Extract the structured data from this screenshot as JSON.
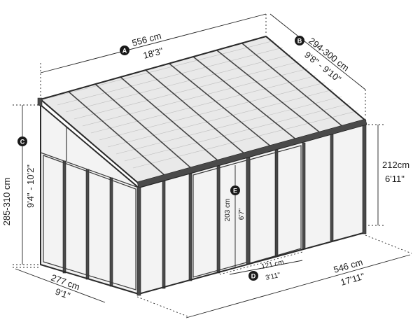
{
  "dimensions": {
    "A": {
      "badge": "A",
      "metric": "556 cm",
      "imperial": "18'3\""
    },
    "B": {
      "badge": "B",
      "metric": "294-300 cm",
      "imperial": "9'8\" - 9'10\""
    },
    "C": {
      "badge": "C",
      "metric": "285-310 cm",
      "imperial": "9'4\" - 10'2\""
    },
    "D": {
      "badge": "D",
      "metric": "121 cm",
      "imperial": "3'11\""
    },
    "E": {
      "badge": "E",
      "metric": "203 cm",
      "imperial": "6'7\""
    },
    "front_height": {
      "metric": "212cm",
      "imperial": "6'11\""
    },
    "side_depth": {
      "metric": "277 cm",
      "imperial": "9'1\""
    },
    "front_width": {
      "metric": "546 cm",
      "imperial": "17'11\""
    }
  },
  "colors": {
    "frame": "#2a2a2a",
    "glass": "#f3f3f3",
    "roof": "#e9e9e9",
    "badge": "#1a1a1a"
  }
}
